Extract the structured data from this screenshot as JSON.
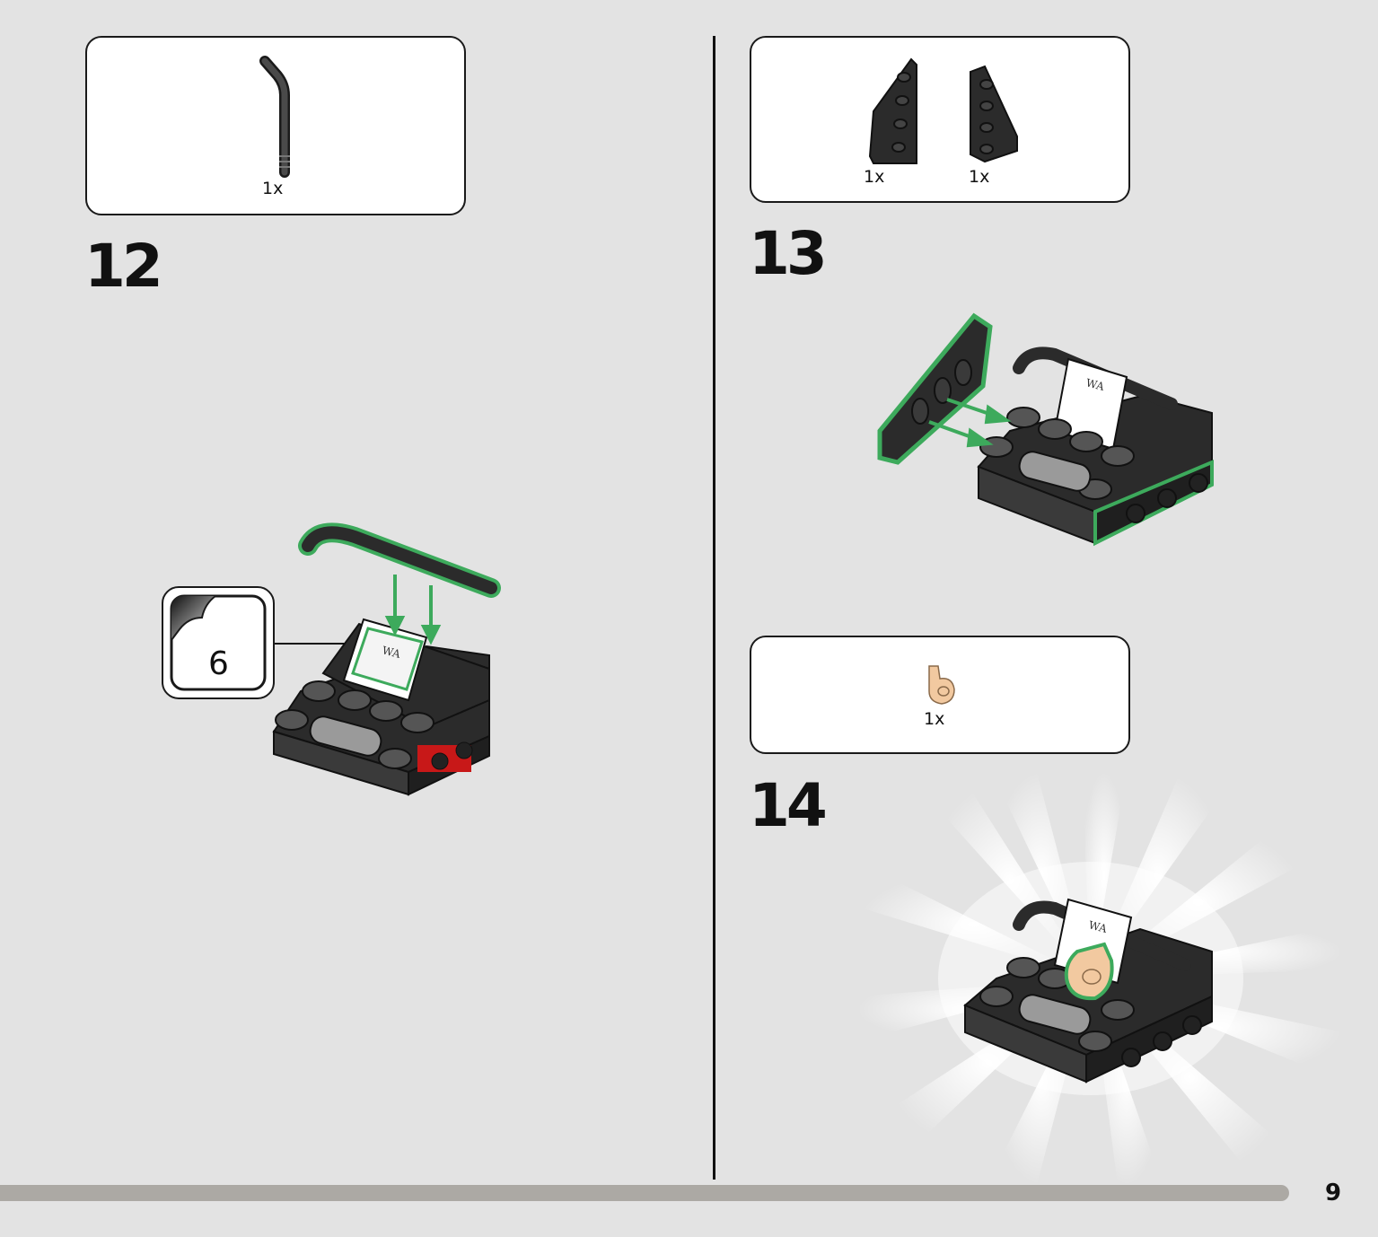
{
  "steps": [
    {
      "number": "12",
      "parts": [
        {
          "qty": "1x",
          "part_icon": "curved-bar-icon"
        }
      ],
      "callout": {
        "sticker_number": "6",
        "icon": "sticker-sheet-icon"
      }
    },
    {
      "number": "13",
      "parts": [
        {
          "qty": "1x",
          "part_icon": "wedge-plate-left-icon"
        },
        {
          "qty": "1x",
          "part_icon": "wedge-plate-right-icon"
        }
      ]
    },
    {
      "number": "14",
      "parts": [
        {
          "qty": "1x",
          "part_icon": "minifig-hand-icon"
        }
      ]
    }
  ],
  "sticker_text": "WA",
  "page_number": "9",
  "colors": {
    "background": "#e3e3e3",
    "highlight": "#3daa5c",
    "brick_dark": "#2b2b2b",
    "progress": "#aca9a4"
  }
}
